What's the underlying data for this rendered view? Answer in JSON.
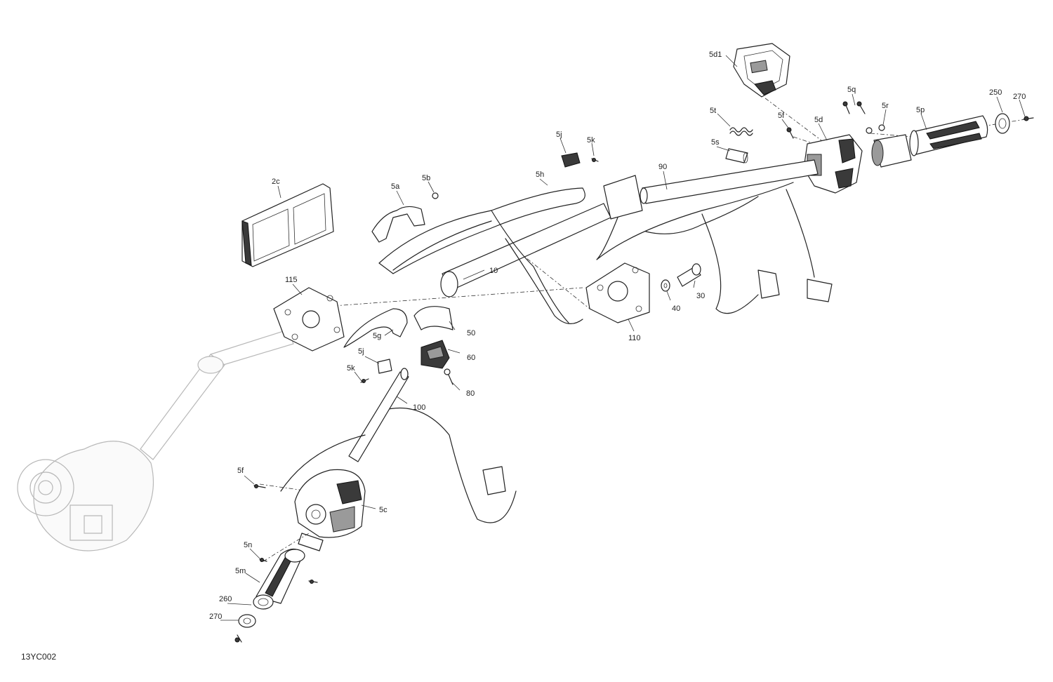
{
  "figure_id": "13YC002",
  "callouts": [
    {
      "id": "c-5d1",
      "label": "5d1"
    },
    {
      "id": "c-5t",
      "label": "5t"
    },
    {
      "id": "c-5q",
      "label": "5q"
    },
    {
      "id": "c-5r",
      "label": "5r"
    },
    {
      "id": "c-5f-top",
      "label": "5f"
    },
    {
      "id": "c-5d",
      "label": "5d"
    },
    {
      "id": "c-5p",
      "label": "5p"
    },
    {
      "id": "c-250",
      "label": "250"
    },
    {
      "id": "c-270-top",
      "label": "270"
    },
    {
      "id": "c-5s",
      "label": "5s"
    },
    {
      "id": "c-5j-top",
      "label": "5j"
    },
    {
      "id": "c-5k-top",
      "label": "5k"
    },
    {
      "id": "c-90",
      "label": "90"
    },
    {
      "id": "c-5h",
      "label": "5h"
    },
    {
      "id": "c-2c",
      "label": "2c"
    },
    {
      "id": "c-5b",
      "label": "5b"
    },
    {
      "id": "c-5a",
      "label": "5a"
    },
    {
      "id": "c-115",
      "label": "115"
    },
    {
      "id": "c-10",
      "label": "10"
    },
    {
      "id": "c-30",
      "label": "30"
    },
    {
      "id": "c-40",
      "label": "40"
    },
    {
      "id": "c-110",
      "label": "110"
    },
    {
      "id": "c-50",
      "label": "50"
    },
    {
      "id": "c-5g",
      "label": "5g"
    },
    {
      "id": "c-5j-mid",
      "label": "5j"
    },
    {
      "id": "c-60",
      "label": "60"
    },
    {
      "id": "c-5k-mid",
      "label": "5k"
    },
    {
      "id": "c-80",
      "label": "80"
    },
    {
      "id": "c-100",
      "label": "100"
    },
    {
      "id": "c-5f-bot",
      "label": "5f"
    },
    {
      "id": "c-5c",
      "label": "5c"
    },
    {
      "id": "c-5n",
      "label": "5n"
    },
    {
      "id": "c-5m",
      "label": "5m"
    },
    {
      "id": "c-260",
      "label": "260"
    },
    {
      "id": "c-270-bot",
      "label": "270"
    }
  ]
}
